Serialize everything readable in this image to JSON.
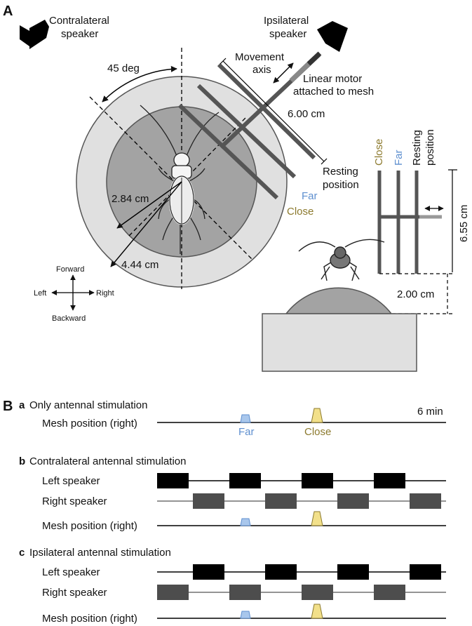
{
  "panel_a": {
    "letter": "A",
    "contralateral_speaker": [
      "Contralateral",
      "speaker"
    ],
    "ipsilateral_speaker": [
      "Ipsilateral",
      "speaker"
    ],
    "angle": "45 deg",
    "movement_axis": [
      "Movement",
      "axis"
    ],
    "linear_motor": [
      "Linear motor",
      "attached to mesh"
    ],
    "dist_mesh": "6.00 cm",
    "resting_position": [
      "Resting",
      "position"
    ],
    "far": "Far",
    "close": "Close",
    "radius_inner": "2.84 cm",
    "radius_outer": "4.44 cm",
    "compass": {
      "forward": "Forward",
      "backward": "Backward",
      "left": "Left",
      "right": "Right"
    },
    "side_view": {
      "close": "Close",
      "far": "Far",
      "resting": [
        "Resting",
        "position"
      ],
      "height": "6.55 cm",
      "gap": "2.00 cm"
    }
  },
  "panel_b": {
    "letter": "B",
    "duration": "6 min",
    "rows": {
      "a": {
        "letter": "a",
        "title": "Only antennal stimulation",
        "mesh_label": "Mesh position (right)",
        "far_label": "Far",
        "close_label": "Close"
      },
      "b": {
        "letter": "b",
        "title": "Contralateral antennal stimulation",
        "left_speaker": "Left speaker",
        "right_speaker": "Right speaker",
        "mesh_label": "Mesh position (right)"
      },
      "c": {
        "letter": "c",
        "title": "Ipsilateral antennal stimulation",
        "left_speaker": "Left speaker",
        "right_speaker": "Right speaker",
        "mesh_label": "Mesh position (right)"
      }
    }
  },
  "colors": {
    "far": "#a9c7ec",
    "far_text": "#5e8fcf",
    "close": "#f2e08a",
    "close_text": "#8c7a2e",
    "left_speaker": "#000000",
    "right_speaker": "#4d4d4d",
    "arena_outer": "#e0e0e0",
    "arena_inner": "#a3a3a3"
  }
}
